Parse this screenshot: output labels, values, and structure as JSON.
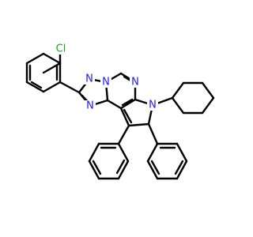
{
  "structure": {
    "atom_labels": {
      "chlorine": "Cl",
      "triazole_n1": "N",
      "triazole_n2": "N",
      "triazole_n3": "N",
      "pyrimidine_n": "N",
      "pyrrole_n": "N"
    },
    "colors": {
      "bond": "#000000",
      "nitrogen": "#1a1aff",
      "chlorine": "#1fa31f",
      "background": "#ffffff"
    }
  }
}
